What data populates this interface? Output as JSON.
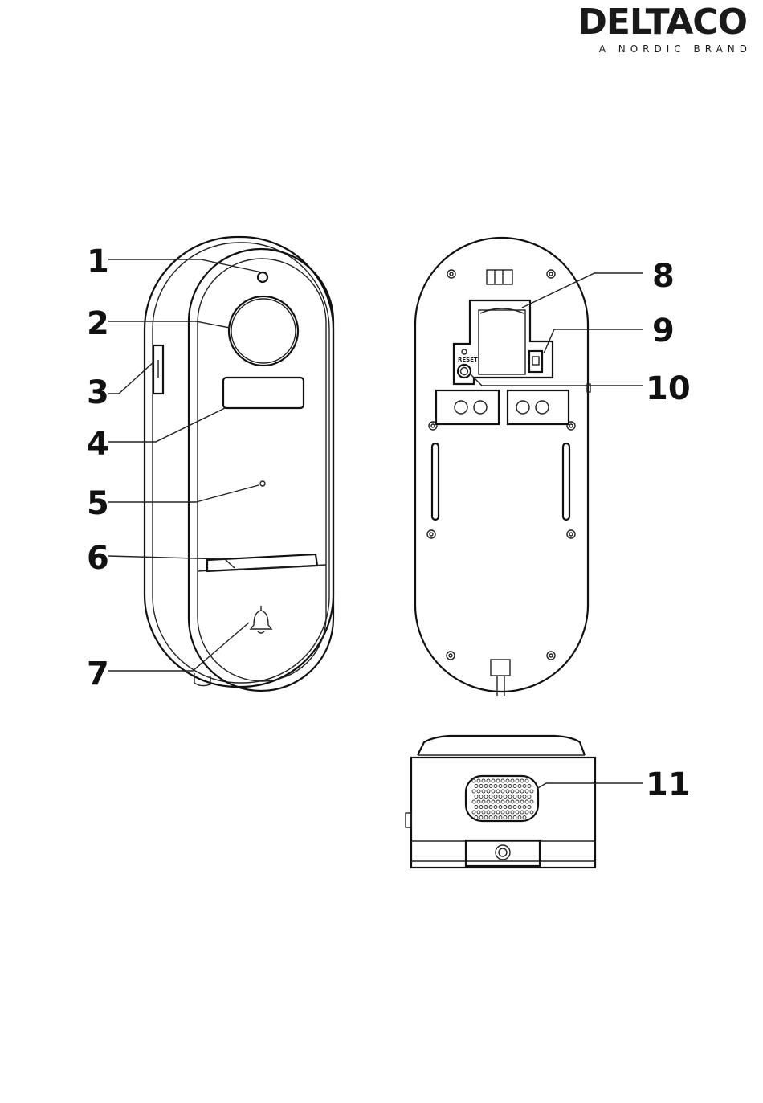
{
  "brand": {
    "name": "DELTACO",
    "tagline": "A NORDIC BRAND"
  },
  "reset_label": "RESET",
  "callouts": [
    "1",
    "2",
    "3",
    "4",
    "5",
    "6",
    "7",
    "8",
    "9",
    "10",
    "11"
  ]
}
